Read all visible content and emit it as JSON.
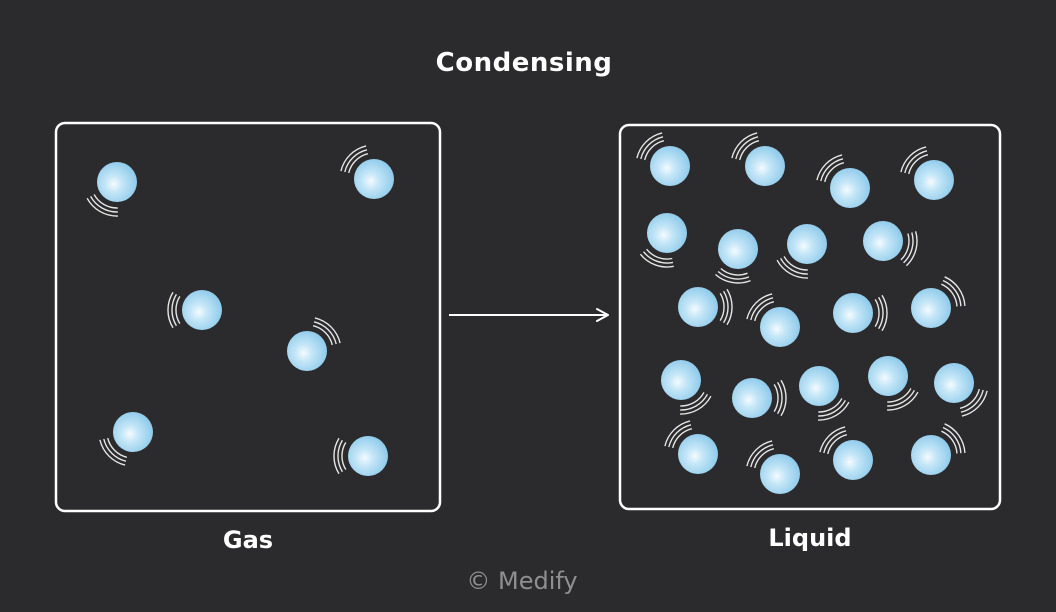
{
  "title": "Condensing",
  "gas": {
    "label": "Gas"
  },
  "liquid": {
    "label": "Liquid"
  },
  "footer": {
    "copyright": "© Medify"
  },
  "colors": {
    "background": "#2b2b2d",
    "box_border": "#ffffff",
    "particle": "#9fd4ef",
    "text": "#ffffff"
  }
}
